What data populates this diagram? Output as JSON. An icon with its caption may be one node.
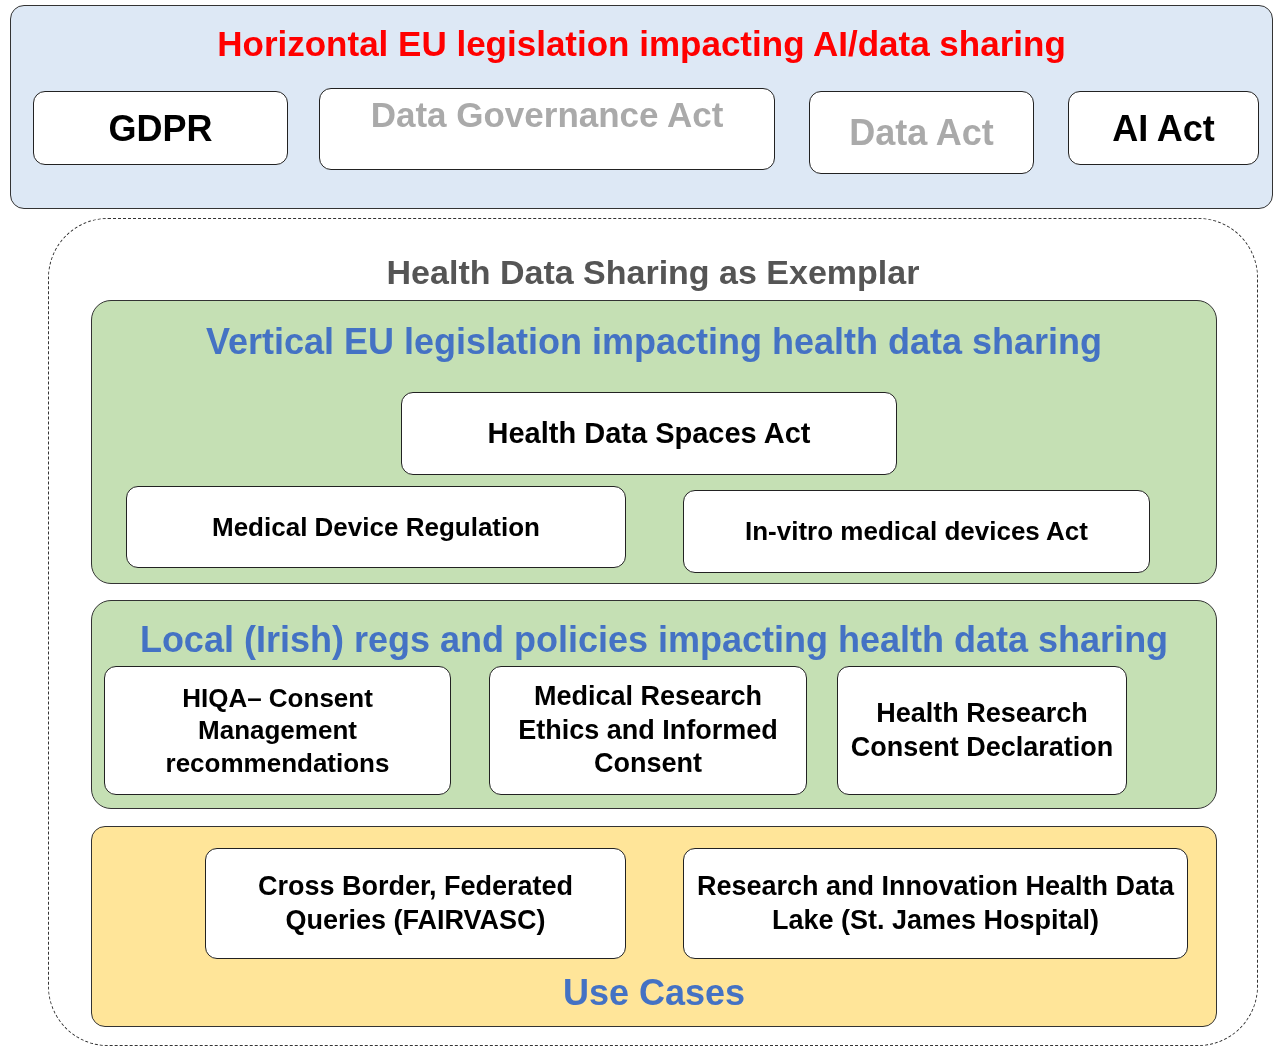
{
  "diagram": {
    "nodes": [
      {
        "text": [
          "Horizontal EU legislation impacting AI/data sharing"
        ]
      },
      {
        "text": [
          "GDPR"
        ],
        "in": 0
      },
      {
        "text": [
          "Data Governance Act"
        ],
        "in": 0
      },
      {
        "text": [
          "Data Act"
        ],
        "in": 0
      },
      {
        "text": [
          "AI Act"
        ],
        "in": 0
      },
      {
        "text": [
          "Health Data Sharing as Exemplar"
        ]
      },
      {
        "text": [
          "Vertical EU legislation impacting health data sharing"
        ],
        "in": 5
      },
      {
        "text": [
          "Health Data Spaces Act"
        ],
        "in": 6
      },
      {
        "text": [
          "Medical Device Regulation"
        ],
        "in": 6
      },
      {
        "text": [
          "In-vitro medical devices Act"
        ],
        "in": 6
      },
      {
        "text": [
          "Local (Irish) regs and policies impacting health data sharing"
        ],
        "in": 5
      },
      {
        "text": [
          "HIQA– Consent Management recommendations"
        ],
        "in": 10
      },
      {
        "text": [
          "Medical Research Ethics and Informed Consent"
        ],
        "in": 10
      },
      {
        "text": [
          "Health Research Consent Declaration"
        ],
        "in": 10
      },
      {
        "text": [
          "Use Cases"
        ],
        "in": 5
      },
      {
        "text": [
          "Cross Border, Federated Queries (FAIRVASC)"
        ],
        "in": 14
      },
      {
        "text": [
          "Research and Innovation Health Data Lake (St. James Hospital)"
        ],
        "in": 14
      }
    ],
    "edges": []
  }
}
